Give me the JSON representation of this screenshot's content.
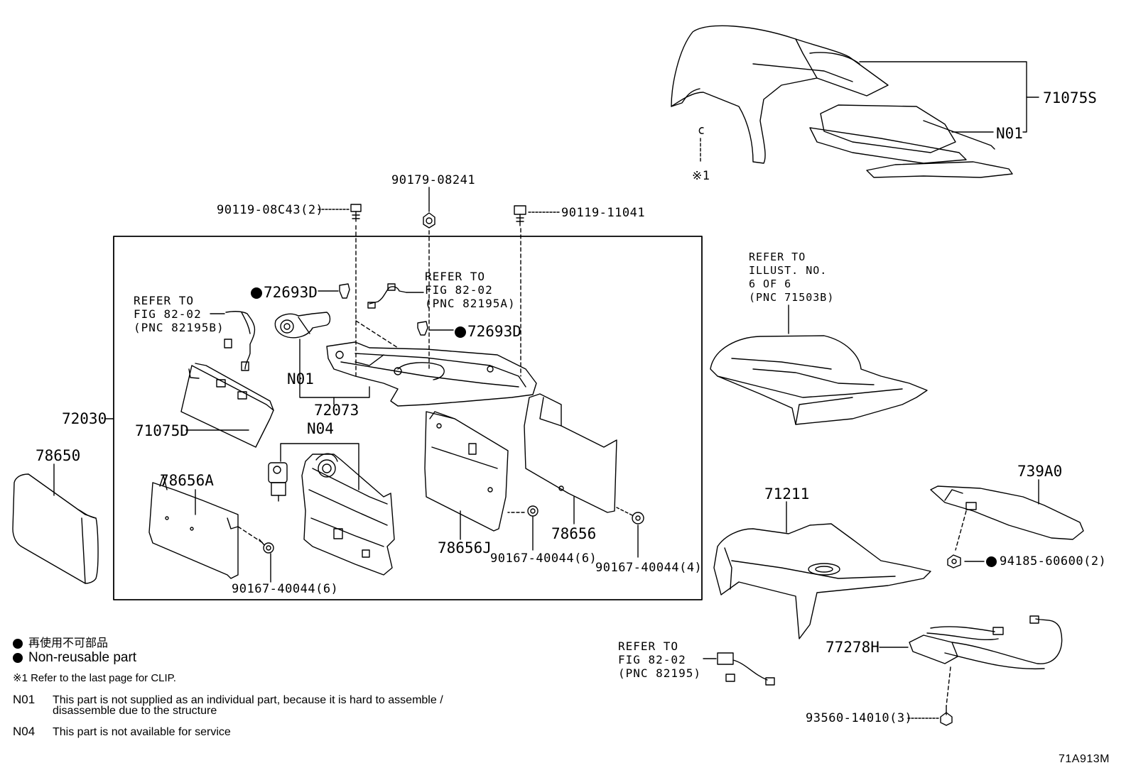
{
  "labels": {
    "p71075S": "71075S",
    "n01_top": "N01",
    "clip_ref": "※1",
    "p90179_08241": "90179-08241",
    "p90119_08C43": "90119-08C43(2)",
    "p90119_11041": "90119-11041",
    "p72693D_left": "72693D",
    "p72693D_right": "72693D",
    "n01_mid": "N01",
    "p72073": "72073",
    "p72030": "72030",
    "p71075D": "71075D",
    "n04": "N04",
    "p78650": "78650",
    "p78656A": "78656A",
    "p78656J": "78656J",
    "p78656": "78656",
    "p90167_40044_6_mid": "90167-40044(6)",
    "p90167_40044_4": "90167-40044(4)",
    "p90167_40044_6_bot": "90167-40044(6)",
    "p71211": "71211",
    "p739A0": "739A0",
    "p94185_60600": "94185-60600(2)",
    "p77278H": "77278H",
    "p93560_14010": "93560-14010(3)",
    "figure_code": "71A913M"
  },
  "refs": {
    "ref_82195B": [
      "REFER TO",
      "FIG 82-02",
      "(PNC 82195B)"
    ],
    "ref_82195A": [
      "REFER TO",
      "FIG 82-02",
      "(PNC 82195A)"
    ],
    "ref_71503B": [
      "REFER TO",
      "ILLUST. NO.",
      "6 OF 6",
      "(PNC 71503B)"
    ],
    "ref_82195": [
      "REFER TO",
      "FIG 82-02",
      "(PNC 82195)"
    ]
  },
  "legend": {
    "jp_nonreusable": "再使用不可部品",
    "en_nonreusable": "Non-reusable part",
    "clip_note": "※1 Refer to the last page for CLIP.",
    "n01_code": "N01",
    "n01_text_line1": "This part is not supplied as an individual part, because it is hard to assemble /",
    "n01_text_line2": "disassemble due to the structure",
    "n04_code": "N04",
    "n04_text": "This part is not available for service"
  }
}
